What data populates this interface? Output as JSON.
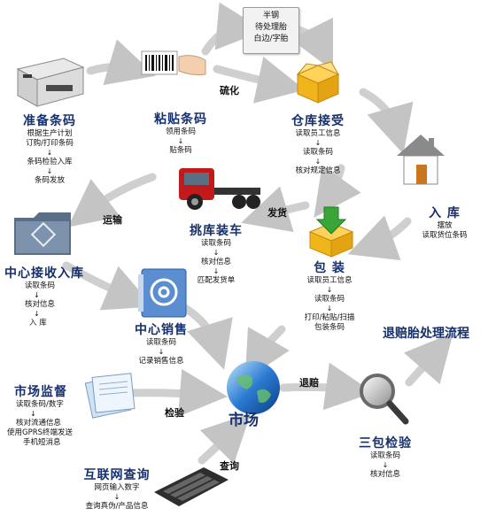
{
  "semi_steel_box": [
    "半钢",
    "待处理胎",
    "白边/字胎"
  ],
  "nodes": {
    "prepare_barcode": {
      "title": "准备条码",
      "steps": [
        "根据生产计划",
        "订购/打印条码",
        "条码检验入库",
        "条码发放"
      ]
    },
    "attach_barcode": {
      "title": "粘贴条码",
      "steps": [
        "领用条码",
        "贴条码"
      ]
    },
    "warehouse_receive": {
      "title": "仓库接受",
      "steps": [
        "读取员工信息",
        "读取条码",
        "核对规定信息"
      ]
    },
    "storage": {
      "title": "入 库",
      "steps": [
        "摆放",
        "读取货位条码"
      ]
    },
    "packaging": {
      "title": "包 装",
      "steps": [
        "读取员工信息",
        "读取条码",
        "打印/粘贴/扫描",
        "包装条码"
      ]
    },
    "pick_load": {
      "title": "挑库装车",
      "steps": [
        "读取条码",
        "核对信息",
        "匹配发货单"
      ]
    },
    "center_in": {
      "title": "中心接收入库",
      "steps": [
        "读取条码",
        "核对信息",
        "入 库"
      ]
    },
    "center_sales": {
      "title": "中心销售",
      "steps": [
        "读取条码",
        "记录销售信息"
      ]
    },
    "market_supervision": {
      "title": "市场监督",
      "steps": [
        "读取条码/数字",
        "核对流通信息",
        "使用GPRS终端发送",
        "手机短消息"
      ]
    },
    "internet_query": {
      "title": "互联网查询",
      "steps": [
        "网页输入数字",
        "查询真伪/产品信息"
      ]
    },
    "three_guarantee": {
      "title": "三包检验",
      "steps": [
        "读取条码",
        "核对信息"
      ]
    },
    "return_flow": {
      "title": "退赔胎处理流程"
    },
    "market": {
      "title": "市场"
    }
  },
  "edge_labels": {
    "vulcanize": "硫化",
    "ship": "发货",
    "transport": "运输",
    "inspect": "检验",
    "query": "查询",
    "return": "退赔"
  },
  "colors": {
    "title": "#15306e",
    "arrow": "#c8c8c8",
    "box_green": "#3aa63a",
    "box_gold": "#f1b51c"
  }
}
